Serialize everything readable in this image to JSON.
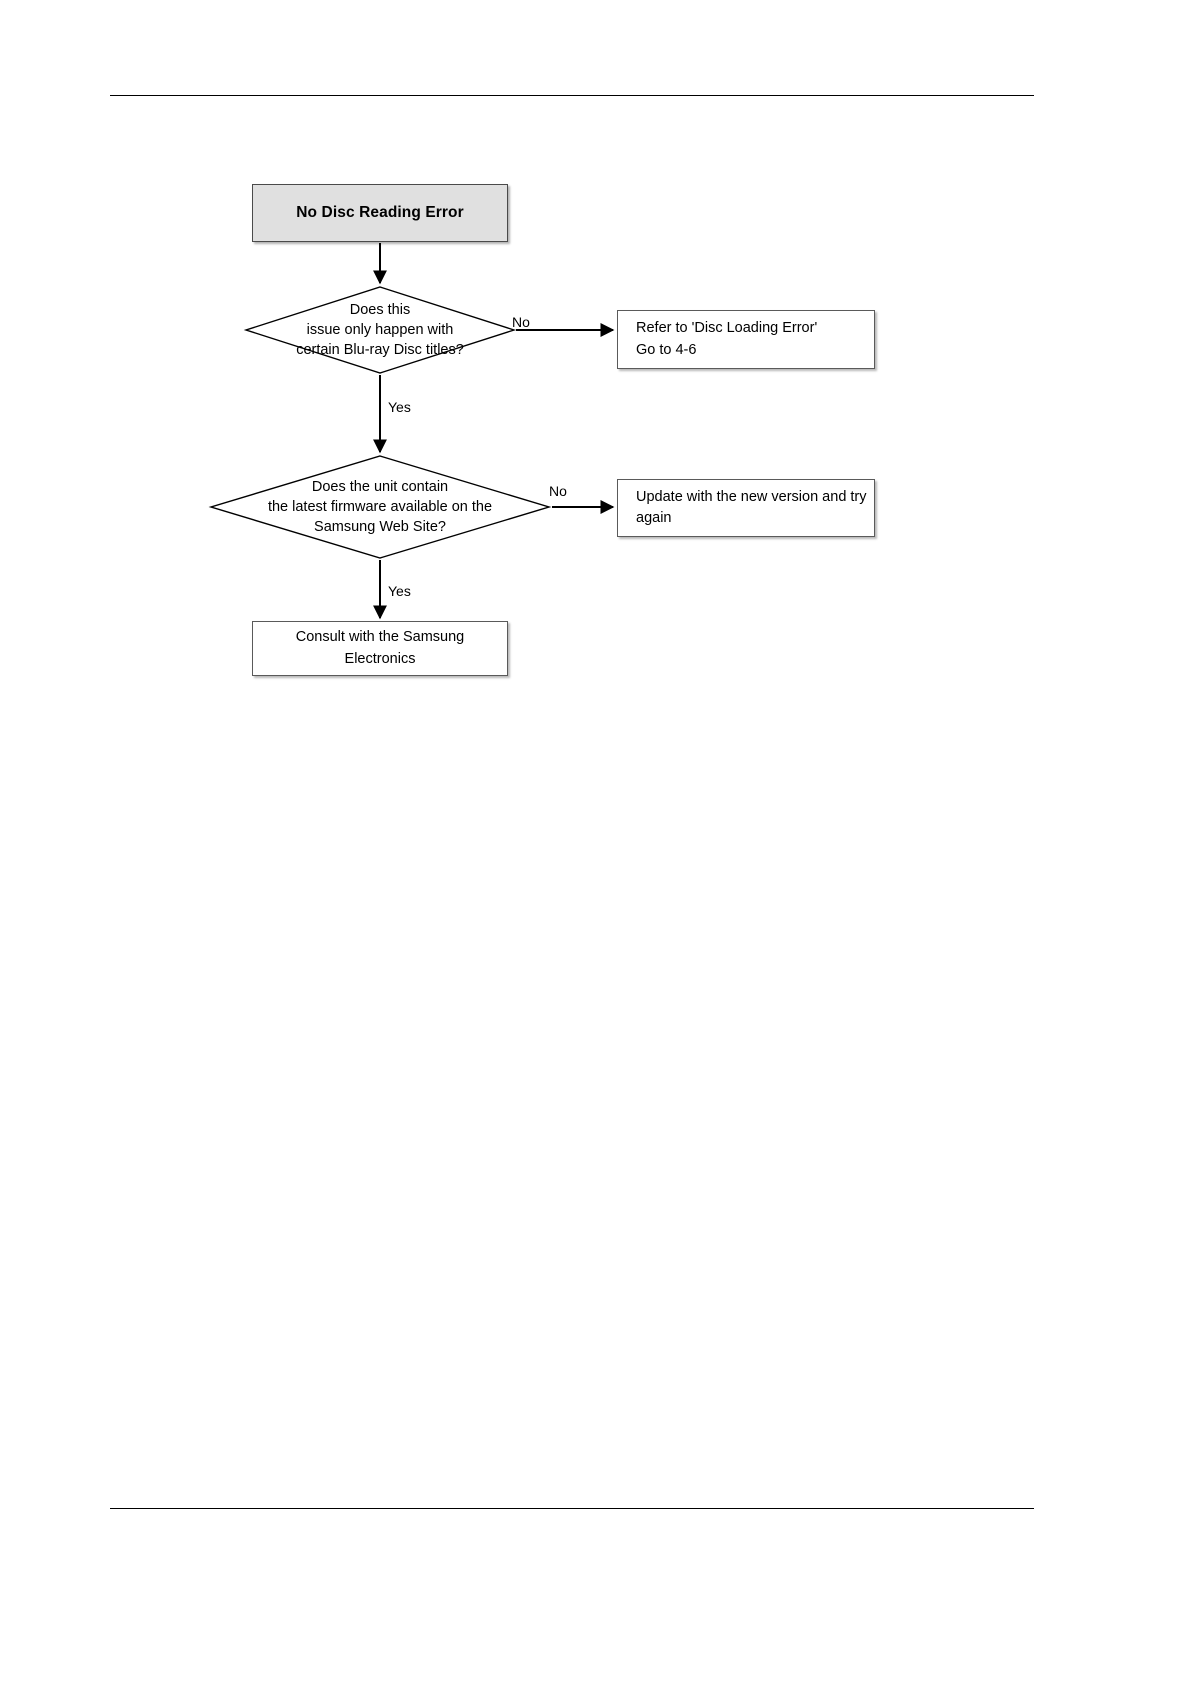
{
  "document": {
    "header_rule": true,
    "footer_rule": true
  },
  "flowchart": {
    "title": "No Disc Reading Error troubleshooting flow",
    "type": "flowchart",
    "nodes": {
      "start": {
        "id": "start",
        "shape": "terminator-box",
        "label": "No Disc Reading Error",
        "fill": "#e0e0e0",
        "stroke": "#4a4a4a"
      },
      "decision_1": {
        "id": "decision_1",
        "shape": "diamond",
        "label": "Does this\nissue only happen with\ncertain Blu-ray Disc titles?",
        "fill": "#ffffff",
        "stroke": "#000000"
      },
      "refer_box": {
        "id": "refer_box",
        "shape": "process-box",
        "label": "Refer to 'Disc Loading Error'\nGo to 4-6",
        "fill": "#ffffff",
        "stroke": "#5a5a5a"
      },
      "decision_2": {
        "id": "decision_2",
        "shape": "diamond",
        "label": "Does the unit contain\nthe latest firmware available on the\nSamsung Web Site?",
        "fill": "#ffffff",
        "stroke": "#000000"
      },
      "update_box": {
        "id": "update_box",
        "shape": "process-box",
        "label": "Update with the new version and try\nagain",
        "fill": "#ffffff",
        "stroke": "#5a5a5a"
      },
      "consult_box": {
        "id": "consult_box",
        "shape": "process-box",
        "label": "Consult with the Samsung\nElectronics",
        "fill": "#ffffff",
        "stroke": "#5a5a5a"
      }
    },
    "edges": [
      {
        "from": "start",
        "to": "decision_1",
        "label": "",
        "direction": "down"
      },
      {
        "from": "decision_1",
        "to": "refer_box",
        "label": "No",
        "direction": "right"
      },
      {
        "from": "decision_1",
        "to": "decision_2",
        "label": "Yes",
        "direction": "down"
      },
      {
        "from": "decision_2",
        "to": "update_box",
        "label": "No",
        "direction": "right"
      },
      {
        "from": "decision_2",
        "to": "consult_box",
        "label": "Yes",
        "direction": "down"
      }
    ],
    "edge_labels": {
      "no_1": "No",
      "yes_1": "Yes",
      "no_2": "No",
      "yes_2": "Yes"
    }
  }
}
